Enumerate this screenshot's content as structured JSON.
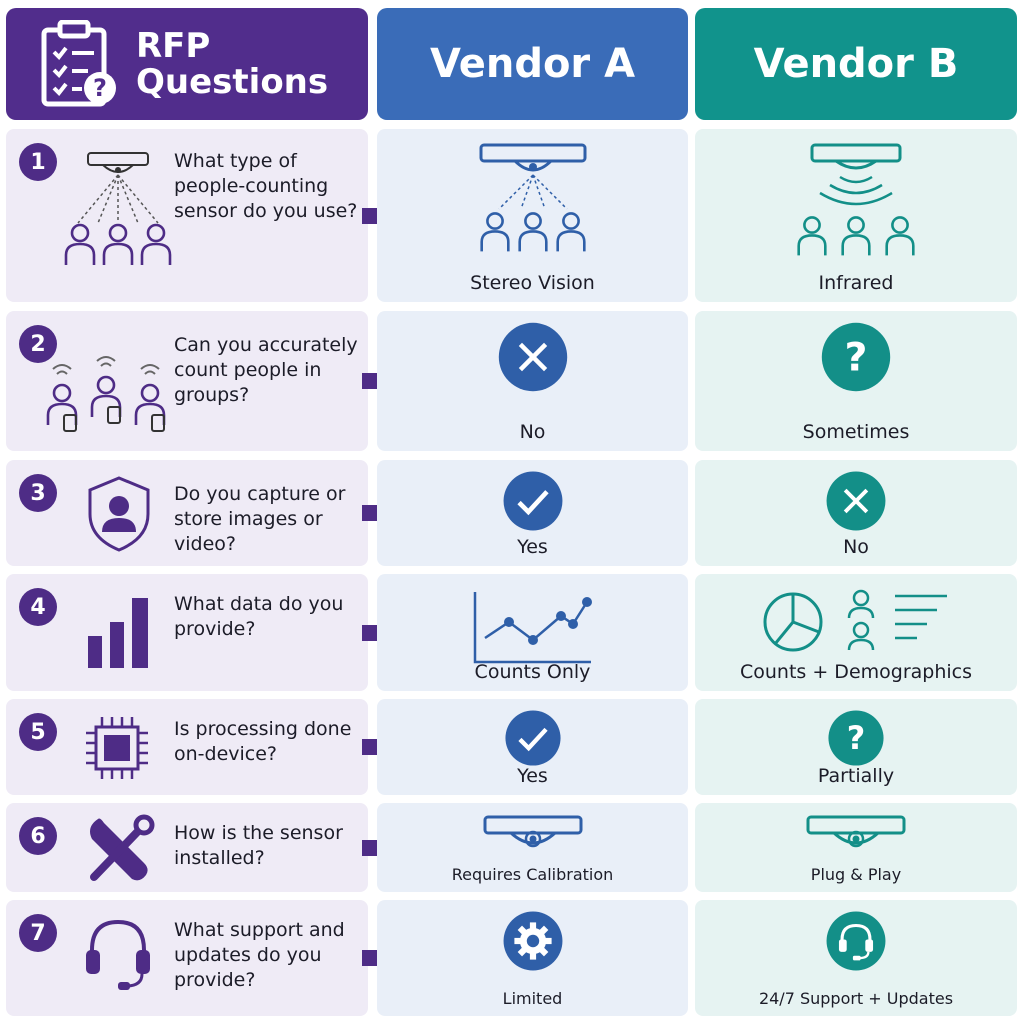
{
  "header": {
    "questions_title": "RFP Questions",
    "vendor_a": "Vendor A",
    "vendor_b": "Vendor B"
  },
  "colors": {
    "purple": "#512d8c",
    "blue": "#3a6cb8",
    "teal": "#11938c"
  },
  "rows": [
    {
      "num": "1",
      "question": "What type of people-counting sensor do you use?",
      "icon": "ceiling-sensor-people-icon",
      "a": "Stereo Vision",
      "a_icon": "stereo-camera-icon",
      "b": "Infrared",
      "b_icon": "infrared-sensor-icon"
    },
    {
      "num": "2",
      "question": "Can you accurately count people in groups?",
      "icon": "group-devices-icon",
      "a": "No",
      "a_icon": "x-circle-icon",
      "b": "Sometimes",
      "b_icon": "question-circle-icon"
    },
    {
      "num": "3",
      "question": "Do you capture or store images or video?",
      "icon": "privacy-shield-icon",
      "a": "Yes",
      "a_icon": "check-circle-icon",
      "b": "No",
      "b_icon": "x-circle-icon"
    },
    {
      "num": "4",
      "question": "What data do you provide?",
      "icon": "bar-chart-icon",
      "a": "Counts Only",
      "a_icon": "line-chart-icon",
      "b": "Counts + Demographics",
      "b_icon": "demographics-icon"
    },
    {
      "num": "5",
      "question": "Is processing done on-device?",
      "icon": "chip-icon",
      "a": "Yes",
      "a_icon": "check-circle-icon",
      "b": "Partially",
      "b_icon": "question-circle-icon"
    },
    {
      "num": "6",
      "question": "How is the sensor installed?",
      "icon": "tools-icon",
      "a": "Requires Calibration",
      "a_icon": "camera-sensor-icon",
      "b": "Plug & Play",
      "b_icon": "camera-sensor-icon"
    },
    {
      "num": "7",
      "question": "What support and updates do you provide?",
      "icon": "headset-icon",
      "a": "Limited",
      "a_icon": "gear-circle-icon",
      "b": "24/7 Support + Updates",
      "b_icon": "headset-circle-icon"
    }
  ]
}
